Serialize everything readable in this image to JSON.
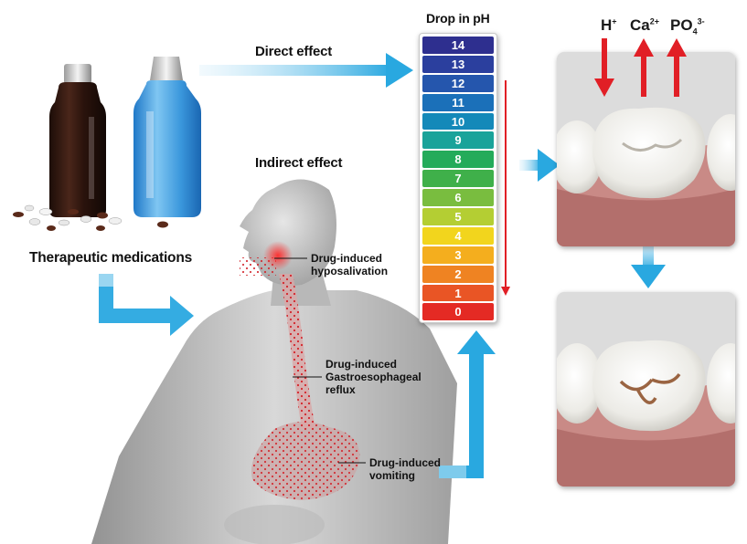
{
  "labels": {
    "drop_in_ph": "Drop in pH",
    "direct_effect": "Direct effect",
    "indirect_effect": "Indirect effect",
    "therapeutic_medications": "Therapeutic medications",
    "hyposalivation_line1": "Drug-induced",
    "hyposalivation_line2": "hyposalivation",
    "reflux_line1": "Drug-induced",
    "reflux_line2": "Gastroesophageal",
    "reflux_line3": "reflux",
    "vomiting_line1": "Drug-induced",
    "vomiting_line2": "vomiting"
  },
  "ions": {
    "h": {
      "base": "H",
      "sup": "+"
    },
    "ca": {
      "base": "Ca",
      "sup": "2+"
    },
    "po4": {
      "base": "PO",
      "sub": "4",
      "sup": "3-"
    }
  },
  "ph_scale": [
    {
      "value": "14",
      "color": "#2e2f8f"
    },
    {
      "value": "13",
      "color": "#2b3f9e"
    },
    {
      "value": "12",
      "color": "#2556ad"
    },
    {
      "value": "11",
      "color": "#1b70b9"
    },
    {
      "value": "10",
      "color": "#1489b9"
    },
    {
      "value": "9",
      "color": "#1aa39a"
    },
    {
      "value": "8",
      "color": "#24ab5a"
    },
    {
      "value": "7",
      "color": "#3fb04a"
    },
    {
      "value": "6",
      "color": "#79bd3f"
    },
    {
      "value": "5",
      "color": "#b4ce33"
    },
    {
      "value": "4",
      "color": "#f2d51d"
    },
    {
      "value": "3",
      "color": "#f4ae1e"
    },
    {
      "value": "2",
      "color": "#ef8322"
    },
    {
      "value": "1",
      "color": "#e95525"
    },
    {
      "value": "0",
      "color": "#e42a24"
    }
  ],
  "colors": {
    "arrow_blue": "#29a8e0",
    "arrow_red": "#e11f26"
  }
}
